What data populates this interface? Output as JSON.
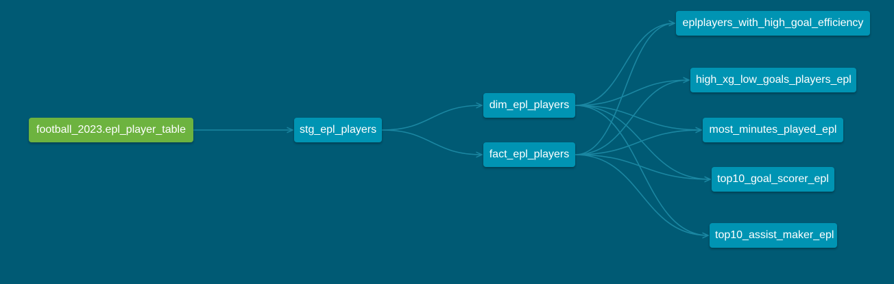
{
  "colors": {
    "background": "#005a74",
    "source_node": "#6db33f",
    "model_node": "#0094b3",
    "edge": "#1b87a2"
  },
  "nodes": {
    "source": "football_2023.epl_player_table",
    "staging": "stg_epl_players",
    "dim": "dim_epl_players",
    "fact": "fact_epl_players",
    "goal_efficiency": "eplplayers_with_high_goal_efficiency",
    "high_xg": "high_xg_low_goals_players_epl",
    "most_minutes": "most_minutes_played_epl",
    "top10_goal": "top10_goal_scorer_epl",
    "top10_assist": "top10_assist_maker_epl"
  },
  "edges": [
    {
      "from": "source",
      "to": "staging"
    },
    {
      "from": "staging",
      "to": "dim"
    },
    {
      "from": "staging",
      "to": "fact"
    },
    {
      "from": "dim",
      "to": "goal_efficiency"
    },
    {
      "from": "dim",
      "to": "high_xg"
    },
    {
      "from": "dim",
      "to": "most_minutes"
    },
    {
      "from": "dim",
      "to": "top10_goal"
    },
    {
      "from": "dim",
      "to": "top10_assist"
    },
    {
      "from": "fact",
      "to": "goal_efficiency"
    },
    {
      "from": "fact",
      "to": "high_xg"
    },
    {
      "from": "fact",
      "to": "most_minutes"
    },
    {
      "from": "fact",
      "to": "top10_goal"
    },
    {
      "from": "fact",
      "to": "top10_assist"
    }
  ]
}
